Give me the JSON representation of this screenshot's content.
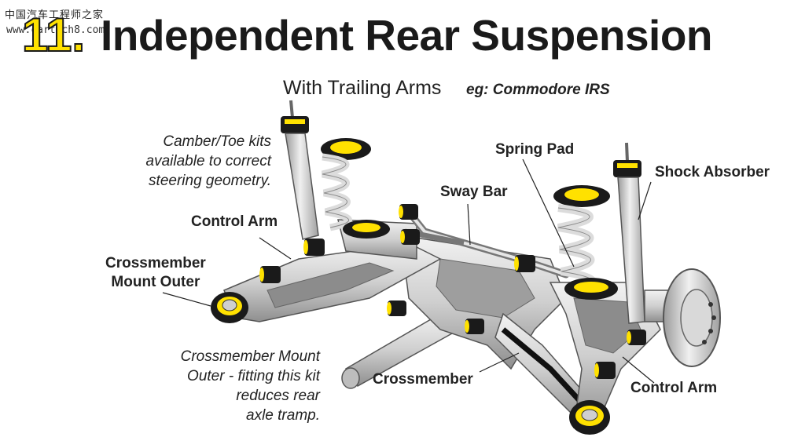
{
  "watermark": {
    "site_name_cn": "中国汽车工程师之家",
    "url": "www.cartech8.com"
  },
  "header": {
    "number": "11.",
    "title": "Independent Rear Suspension"
  },
  "subtitle": {
    "main": "With Trailing Arms",
    "example": "eg: Commodore IRS"
  },
  "notes": {
    "camber_toe": [
      "Camber/Toe kits",
      "available to correct",
      "steering geometry."
    ],
    "crossmember_outer": [
      "Crossmember Mount",
      "Outer - fitting this kit",
      "reduces rear",
      "axle tramp."
    ]
  },
  "labels": {
    "control_arm_left": "Control Arm",
    "crossmember_mount_outer": [
      "Crossmember",
      "Mount Outer"
    ],
    "sway_bar": "Sway Bar",
    "spring_pad": "Spring Pad",
    "shock_absorber": "Shock Absorber",
    "crossmember": "Crossmember",
    "control_arm_right": "Control Arm"
  },
  "colors": {
    "accent_yellow": "#ffe100",
    "metal": "#c8c8c8",
    "bushing": "#1a1a1a",
    "text": "#222222"
  }
}
